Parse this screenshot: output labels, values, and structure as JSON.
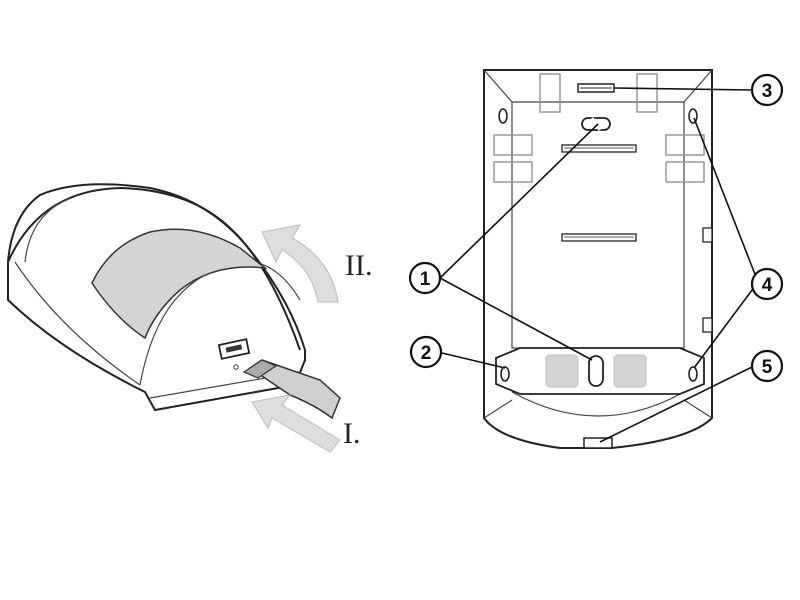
{
  "step_labels": {
    "step_one": "I.",
    "step_two": "II."
  },
  "callouts": [
    "1",
    "2",
    "3",
    "4",
    "5"
  ],
  "colors": {
    "line": "#222222",
    "window": "#d4d4d4",
    "arrow": "#d9d9d9",
    "background": "#ffffff"
  }
}
